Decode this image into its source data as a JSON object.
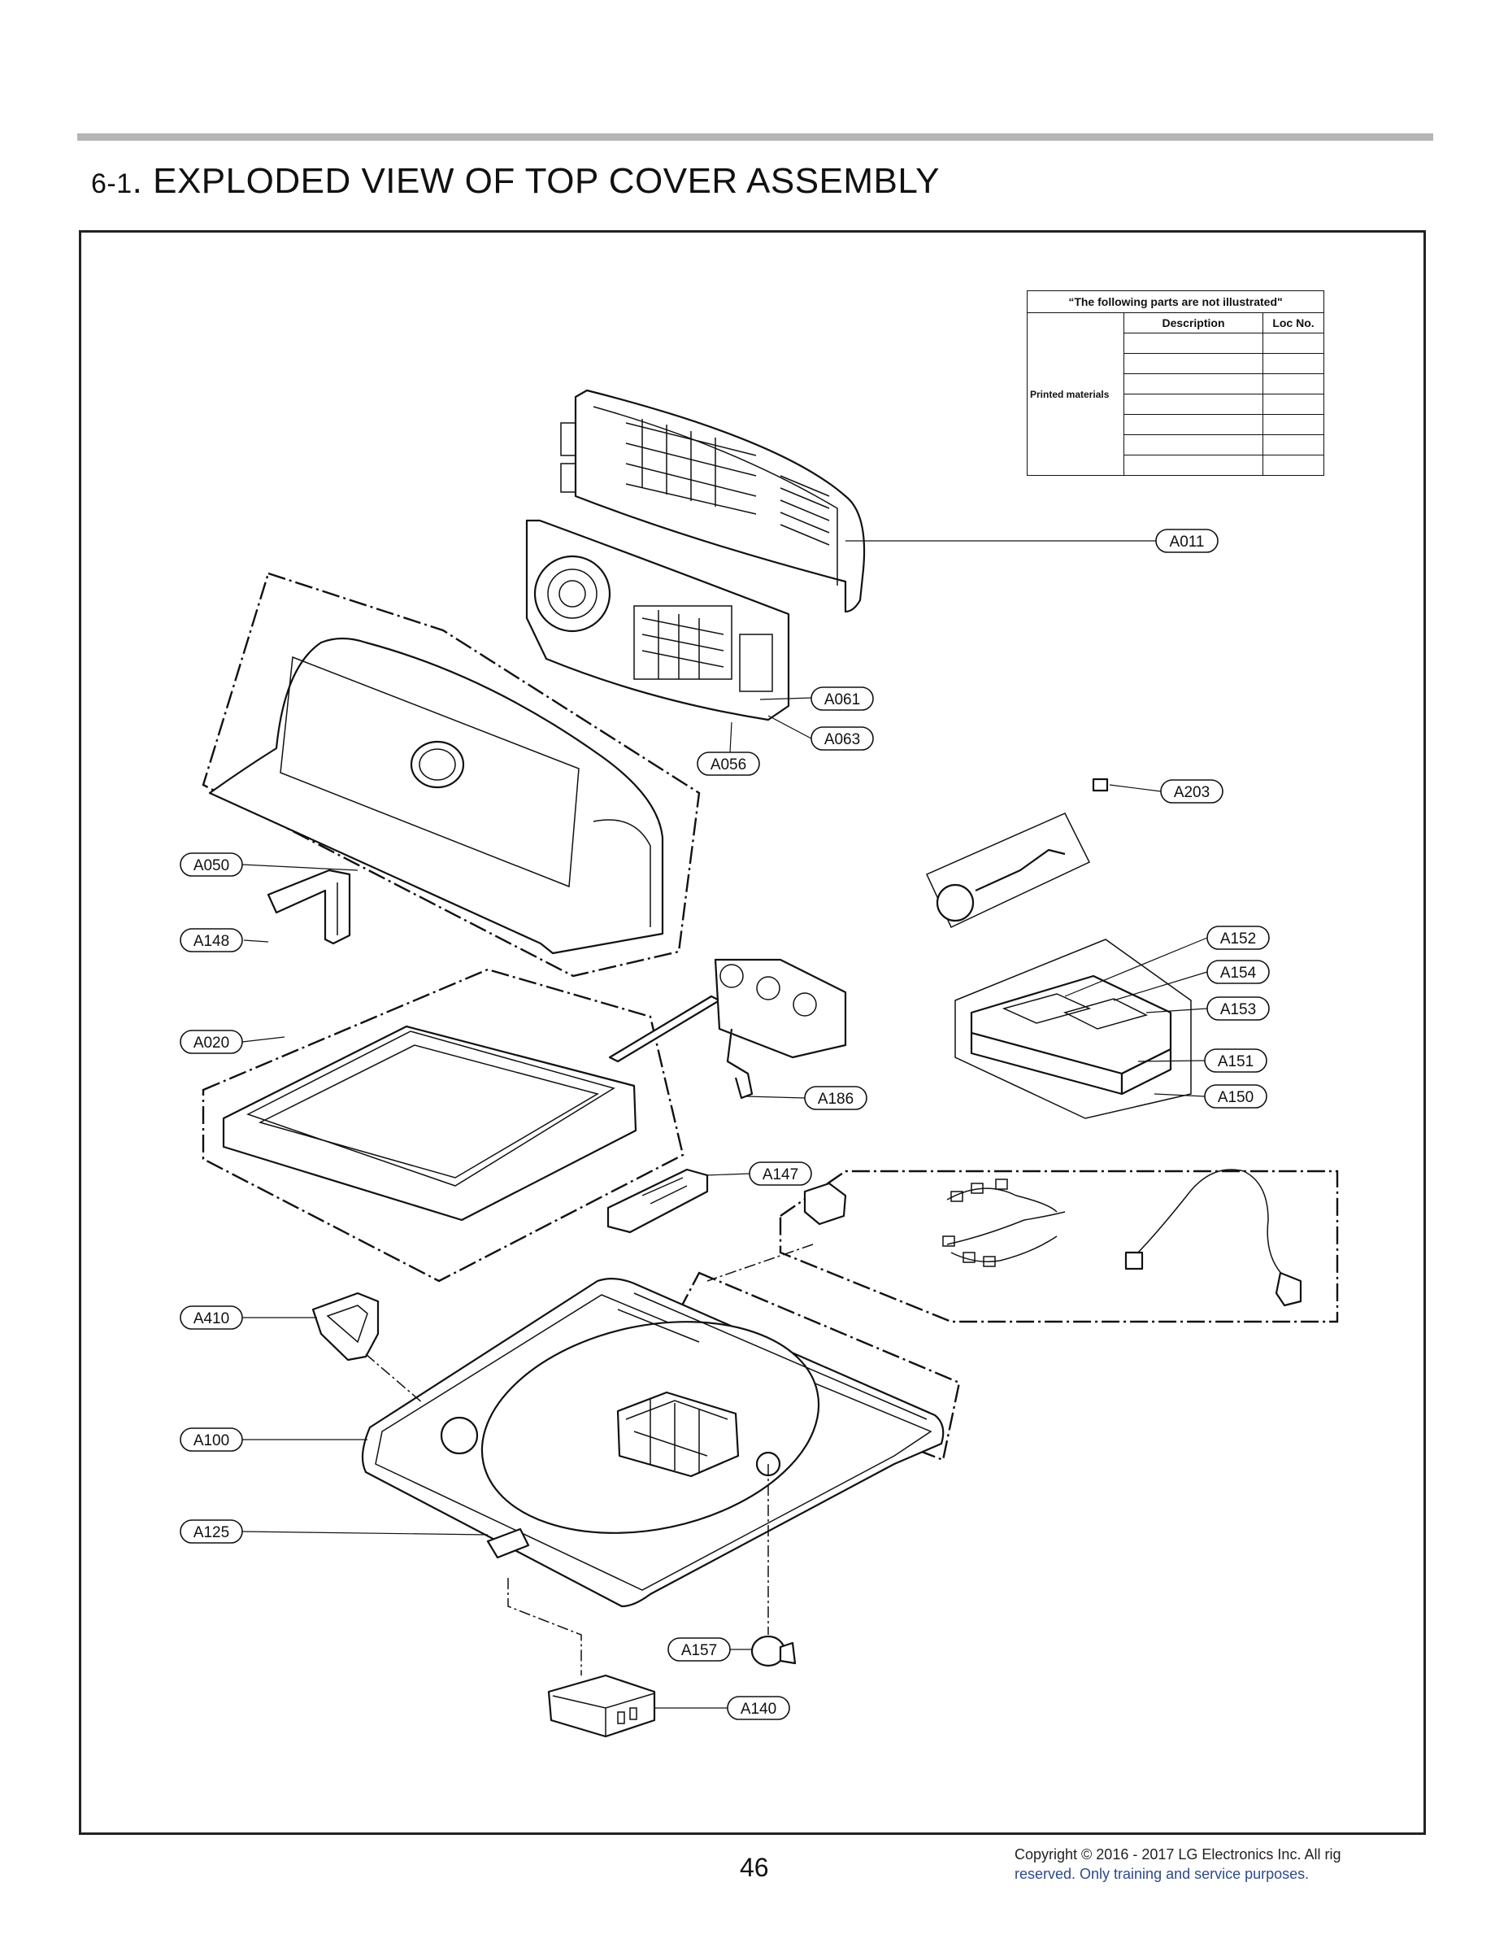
{
  "section": {
    "number": "6-1",
    "title": ". EXPLODED VIEW OF TOP COVER ASSEMBLY"
  },
  "not_illustrated_table": {
    "title": "“The following parts are not illustrated\"",
    "columns": [
      "Description",
      "Loc No."
    ],
    "row_label": "Printed materials",
    "rows": [
      [
        "",
        ""
      ],
      [
        "",
        ""
      ],
      [
        "",
        ""
      ],
      [
        "",
        ""
      ],
      [
        "",
        ""
      ],
      [
        "",
        ""
      ],
      [
        "",
        ""
      ]
    ]
  },
  "callouts": [
    "A011",
    "A061",
    "A063",
    "A056",
    "A203",
    "A050",
    "A148",
    "A152",
    "A154",
    "A153",
    "A020",
    "A151",
    "A186",
    "A150",
    "A147",
    "A410",
    "A100",
    "A125",
    "A157",
    "A140"
  ],
  "footer": {
    "page_number": "46",
    "copyright_line1": "Copyright © 2016 - 2017 LG Electronics Inc. All rig",
    "copyright_line2": "reserved. Only training and service purposes."
  }
}
